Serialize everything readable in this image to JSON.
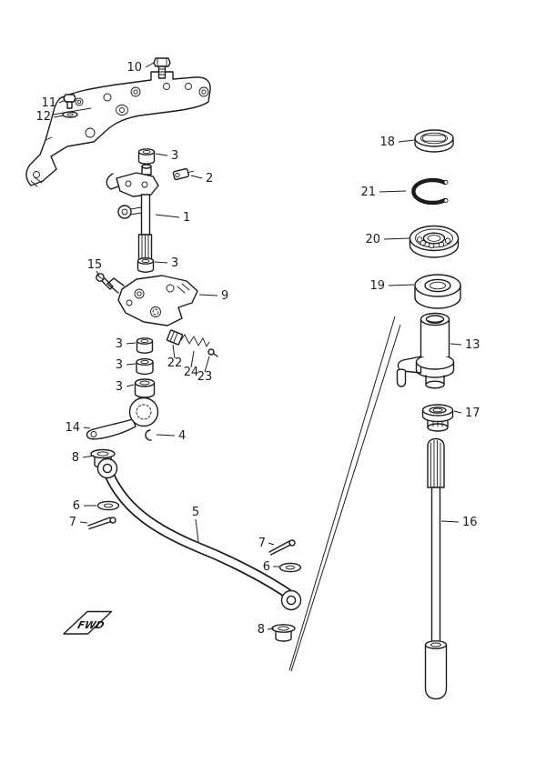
{
  "colors": {
    "ink": "#1c1c1c",
    "background": "#ffffff"
  },
  "fwd_label": "FWD",
  "labels": [
    "10",
    "11",
    "12",
    "3",
    "2",
    "1",
    "3",
    "15",
    "9",
    "22",
    "24",
    "23",
    "3",
    "3",
    "3",
    "14",
    "4",
    "8",
    "6",
    "7",
    "5",
    "7",
    "6",
    "8",
    "18",
    "21",
    "20",
    "19",
    "13",
    "17",
    "16"
  ]
}
